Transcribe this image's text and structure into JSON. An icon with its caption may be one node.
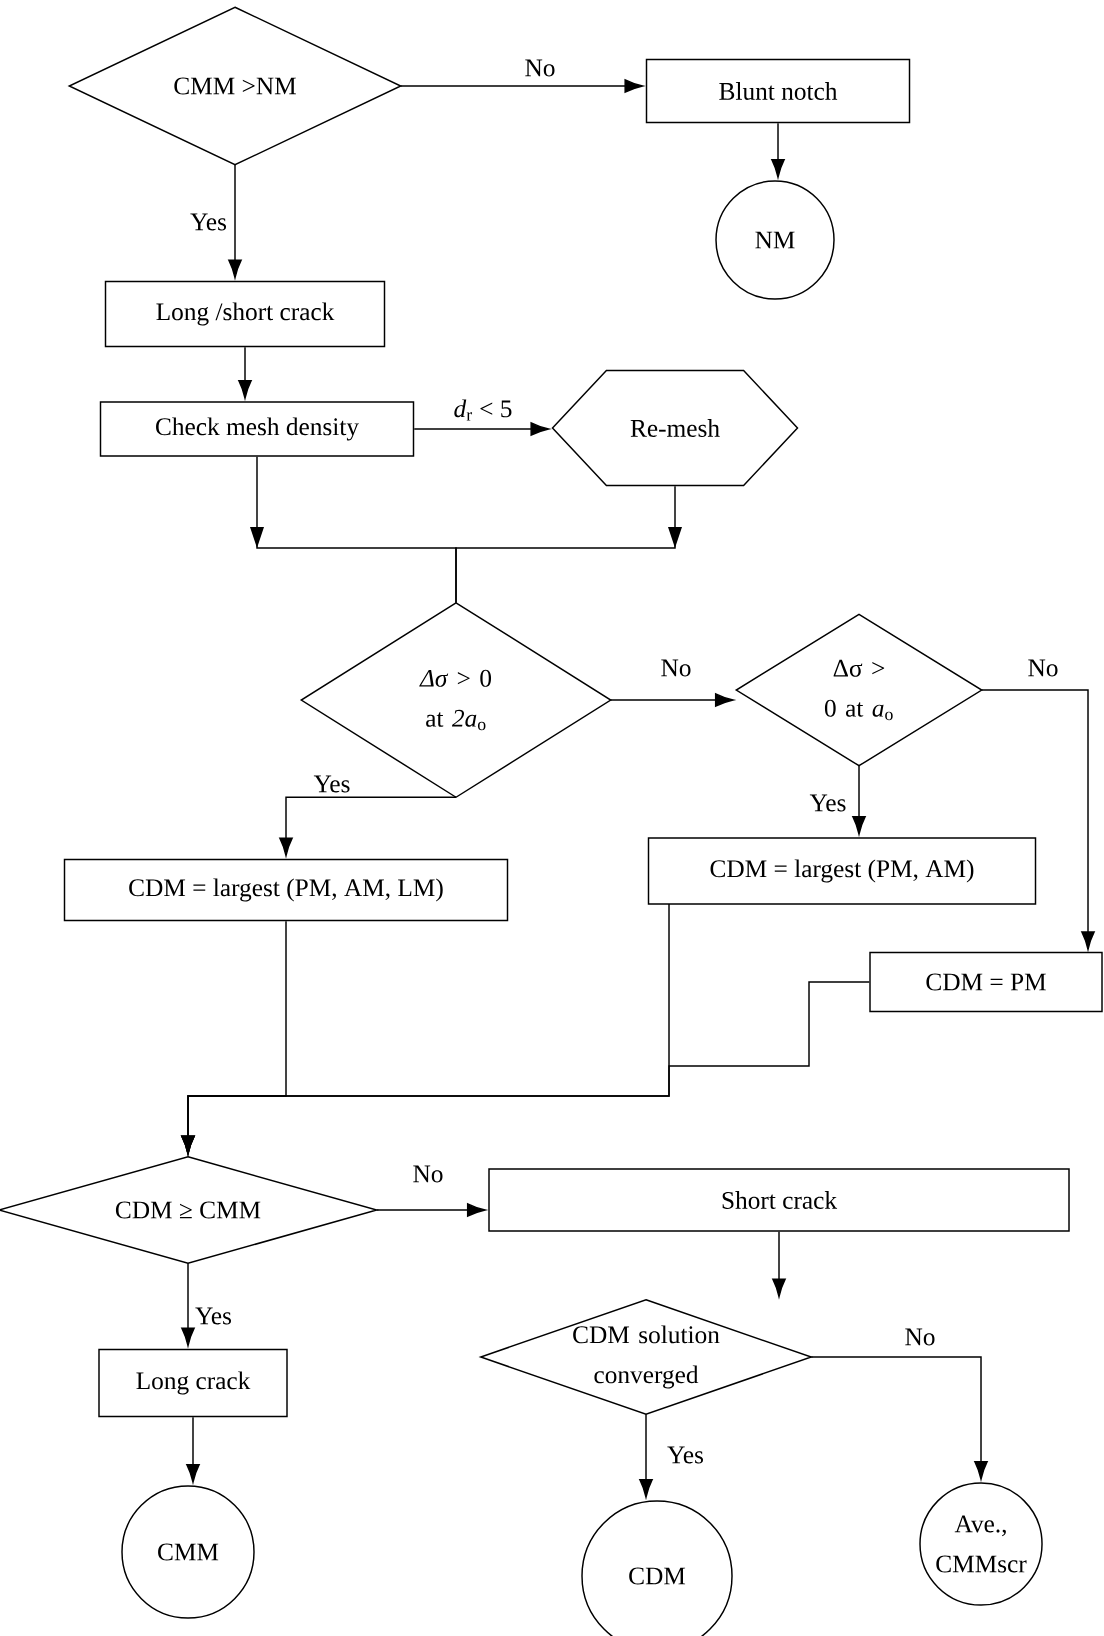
{
  "diagram": {
    "nodes": [
      {
        "text": [
          "CMM >NM"
        ]
      },
      {
        "text": [
          "Blunt notch"
        ]
      },
      {
        "text": [
          "NM"
        ]
      },
      {
        "text": [
          "Long /short crack"
        ]
      },
      {
        "text": [
          "Check mesh density"
        ]
      },
      {
        "text": [
          "Re-mesh"
        ]
      },
      {
        "text": [
          "*Δσ* > 0 at *2a*$_{o}$"
        ]
      },
      {
        "text": [
          "Δσ > 0 at *a*$_{o}$"
        ]
      },
      {
        "text": [
          "CDM = largest  (PM, AM, LM)"
        ]
      },
      {
        "text": [
          "CDM = largest  (PM, AM)"
        ]
      },
      {
        "text": [
          "CDM = PM"
        ]
      },
      {
        "text": [
          "CDM  ≥ CMM"
        ]
      },
      {
        "text": [
          "Short crack"
        ]
      },
      {
        "text": [
          "Long crack"
        ]
      },
      {
        "text": [
          "CMM"
        ]
      },
      {
        "text": [
          "CDM solution converged"
        ]
      },
      {
        "text": [
          "CDM"
        ]
      },
      {
        "text": [
          "Ave., CMMscr"
        ]
      }
    ],
    "edges": [
      {
        "from": 0,
        "to": 1,
        "arrow": "to",
        "label": "No"
      },
      {
        "from": 1,
        "to": 2,
        "arrow": "to"
      },
      {
        "from": 0,
        "to": 3,
        "arrow": "to",
        "label": "Yes"
      },
      {
        "from": 3,
        "to": 4,
        "arrow": "to"
      },
      {
        "from": 4,
        "to": 5,
        "arrow": "to",
        "label": "*d*$_{r}$ < 5"
      },
      {
        "from": 4,
        "to": 6,
        "arrow": "to"
      },
      {
        "from": 5,
        "to": 6,
        "arrow": "to"
      },
      {
        "from": 6,
        "to": 7,
        "arrow": "to",
        "label": "No"
      },
      {
        "from": 6,
        "to": 8,
        "arrow": "to",
        "label": "Yes"
      },
      {
        "from": 7,
        "to": 9,
        "arrow": "to",
        "label": "Yes"
      },
      {
        "from": 7,
        "to": 10,
        "arrow": "to",
        "label": "No"
      },
      {
        "from": 8,
        "to": 11,
        "arrow": "to"
      },
      {
        "from": 9,
        "to": 11,
        "arrow": "to"
      },
      {
        "from": 10,
        "to": 11,
        "arrow": "to"
      },
      {
        "from": 11,
        "to": 12,
        "arrow": "to",
        "label": "No"
      },
      {
        "from": 11,
        "to": 13,
        "arrow": "to",
        "label": "Yes"
      },
      {
        "from": 13,
        "to": 14,
        "arrow": "to"
      },
      {
        "from": 12,
        "to": 15,
        "arrow": "to"
      },
      {
        "from": 15,
        "to": 16,
        "arrow": "to",
        "label": "Yes"
      },
      {
        "from": 15,
        "to": 17,
        "arrow": "to",
        "label": "No"
      }
    ]
  }
}
